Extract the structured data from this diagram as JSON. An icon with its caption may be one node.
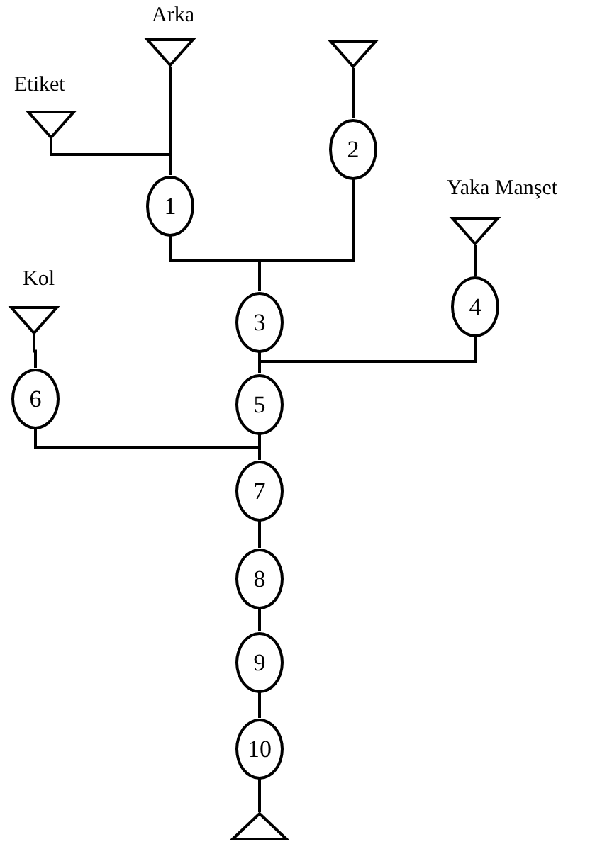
{
  "diagram": {
    "nodes": [
      {
        "text": [
          "Arka"
        ]
      },
      {
        "text": [
          "Etiket"
        ]
      },
      {
        "text": [],
        "shape": "triangle"
      },
      {
        "text": [
          "1"
        ]
      },
      {
        "text": [
          "2"
        ]
      },
      {
        "text": [
          "Yaka Manşet"
        ]
      },
      {
        "text": [
          "Kol"
        ]
      },
      {
        "text": [
          "3"
        ]
      },
      {
        "text": [
          "4"
        ]
      },
      {
        "text": [
          "5"
        ]
      },
      {
        "text": [
          "6"
        ]
      },
      {
        "text": [
          "7"
        ]
      },
      {
        "text": [
          "8"
        ]
      },
      {
        "text": [
          "9"
        ]
      },
      {
        "text": [
          "10"
        ]
      },
      {
        "text": [],
        "shape": "triangle"
      }
    ],
    "edges": [
      {
        "from": 0,
        "to": 3,
        "arrow": "none"
      },
      {
        "from": 1,
        "to": 3,
        "arrow": "none"
      },
      {
        "from": 2,
        "to": 4,
        "arrow": "none"
      },
      {
        "from": 3,
        "to": 7,
        "arrow": "none"
      },
      {
        "from": 4,
        "to": 7,
        "arrow": "none"
      },
      {
        "from": 5,
        "to": 8,
        "arrow": "none"
      },
      {
        "from": 7,
        "to": 9,
        "arrow": "none"
      },
      {
        "from": 8,
        "to": 9,
        "arrow": "none"
      },
      {
        "from": 6,
        "to": 10,
        "arrow": "none"
      },
      {
        "from": 10,
        "to": 11,
        "arrow": "none"
      },
      {
        "from": 9,
        "to": 11,
        "arrow": "none"
      },
      {
        "from": 11,
        "to": 12,
        "arrow": "none"
      },
      {
        "from": 12,
        "to": 13,
        "arrow": "none"
      },
      {
        "from": 13,
        "to": 14,
        "arrow": "none"
      },
      {
        "from": 14,
        "to": 15,
        "arrow": "none"
      }
    ]
  }
}
